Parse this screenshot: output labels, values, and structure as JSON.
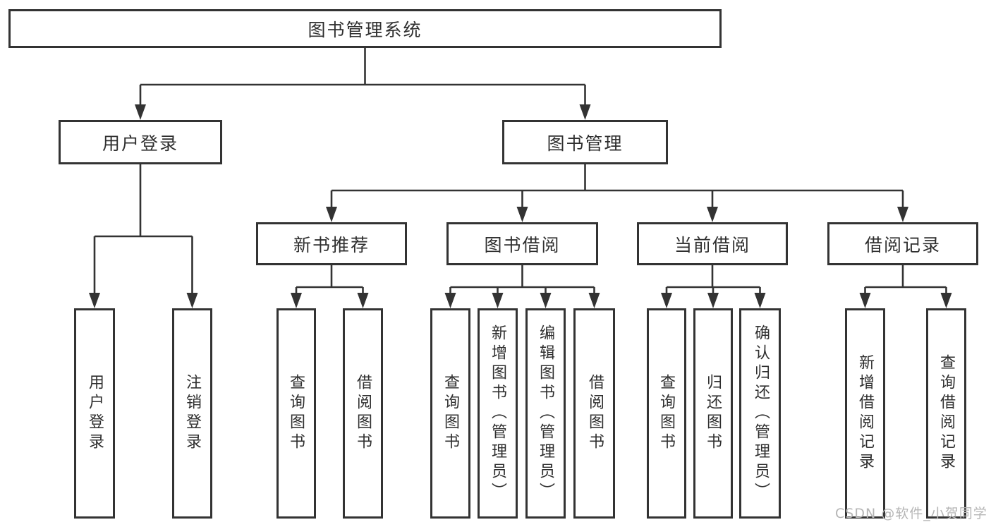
{
  "diagram": {
    "root": {
      "label": "图书管理系统",
      "children": [
        {
          "label": "用户登录",
          "children": [
            {
              "label": "用户登录"
            },
            {
              "label": "注销登录"
            }
          ]
        },
        {
          "label": "图书管理",
          "children": [
            {
              "label": "新书推荐",
              "children": [
                {
                  "label": "查询图书"
                },
                {
                  "label": "借阅图书"
                }
              ]
            },
            {
              "label": "图书借阅",
              "children": [
                {
                  "label": "查询图书"
                },
                {
                  "label": "新增图书（管理员）"
                },
                {
                  "label": "编辑图书（管理员）"
                },
                {
                  "label": "借阅图书"
                }
              ]
            },
            {
              "label": "当前借阅",
              "children": [
                {
                  "label": "查询图书"
                },
                {
                  "label": "归还图书"
                },
                {
                  "label": "确认归还（管理员）"
                }
              ]
            },
            {
              "label": "借阅记录",
              "children": [
                {
                  "label": "新增借阅记录"
                },
                {
                  "label": "查询借阅记录"
                }
              ]
            }
          ]
        }
      ]
    }
  },
  "watermark": {
    "text": "CSDN @软件_小贺同学"
  },
  "colors": {
    "line": "#333333",
    "text": "#2f2f2f",
    "watermark": "#b5b5b5",
    "background": "#ffffff"
  }
}
